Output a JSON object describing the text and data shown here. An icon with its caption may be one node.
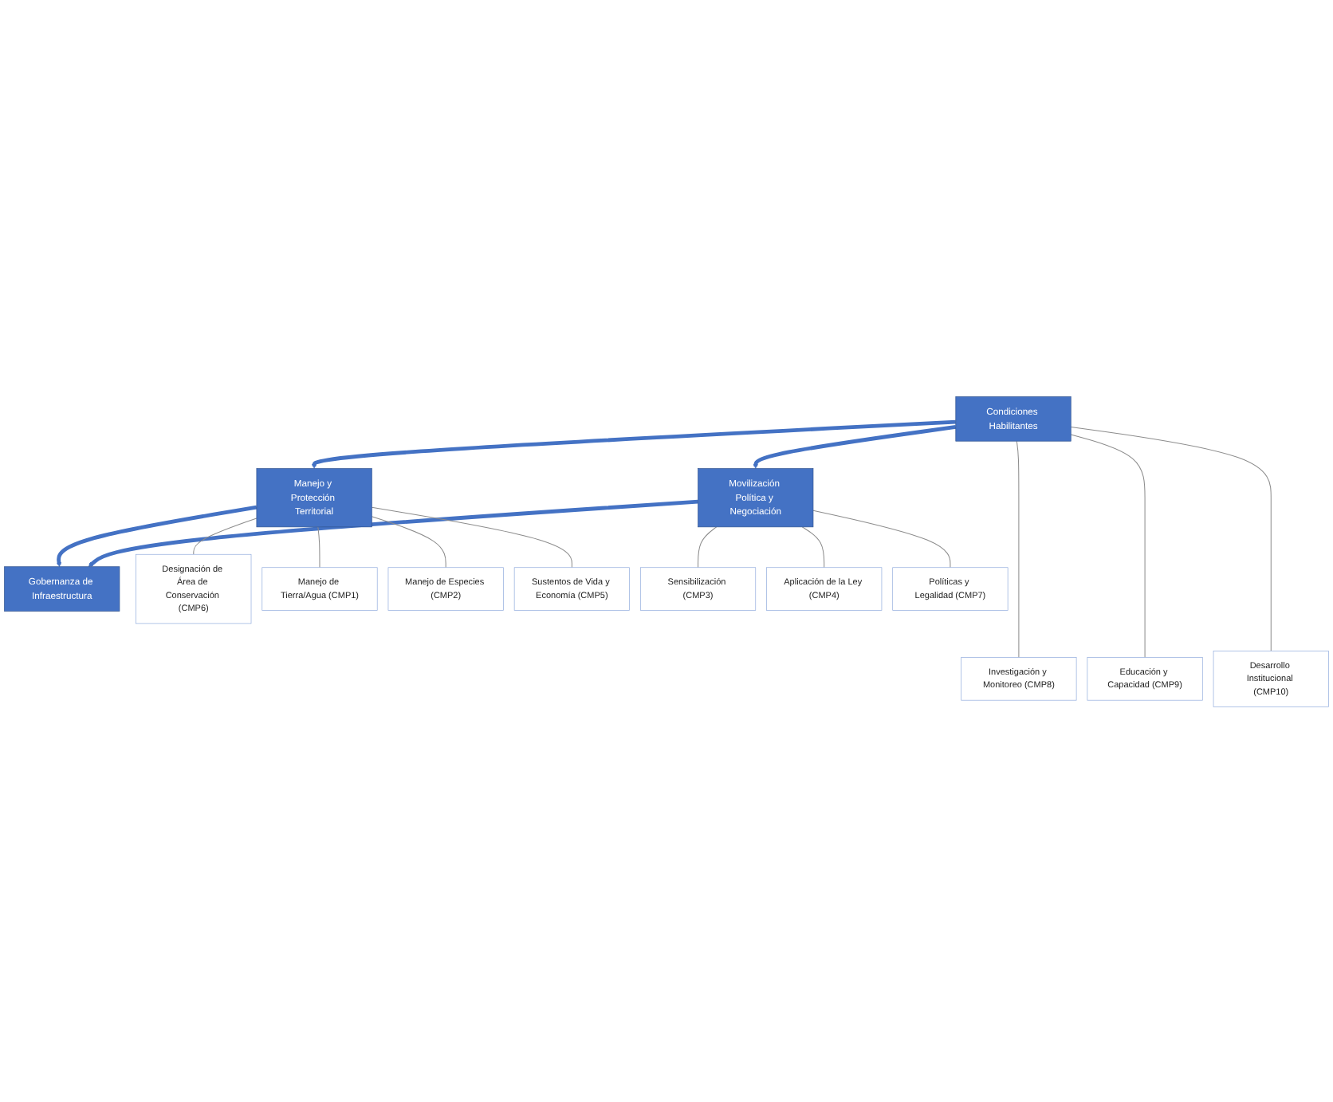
{
  "diagram": {
    "nodes": [
      {
        "text": [
          "Gobernanza de Infraestructura"
        ]
      },
      {
        "text": [
          "Manejo y Protección Territorial"
        ]
      },
      {
        "text": [
          "Movilización Política y Negociación"
        ]
      },
      {
        "text": [
          "Condiciones Habilitantes"
        ]
      },
      {
        "text": [
          "Designación de Área de Conservación (CMP6)"
        ]
      },
      {
        "text": [
          "Manejo de Tierra/Agua (CMP1)"
        ]
      },
      {
        "text": [
          "Manejo de Especies (CMP2)"
        ]
      },
      {
        "text": [
          "Sustentos de Vida y Economía (CMP5)"
        ]
      },
      {
        "text": [
          "Investigación y Monitoreo (CMP8)"
        ]
      },
      {
        "text": [
          "Educación y Capacidad (CMP9)"
        ]
      },
      {
        "text": [
          "Desarrollo Institucional (CMP10)"
        ]
      },
      {
        "text": [
          "Sensibilización (CMP3)"
        ]
      },
      {
        "text": [
          "Aplicación de la Ley (CMP4)"
        ]
      },
      {
        "text": [
          "Políticas y Legalidad (CMP7)"
        ]
      }
    ],
    "edges": [
      {
        "from": 1,
        "to": 0,
        "arrow": "to",
        "style": "thick",
        "color": "#4472c4"
      },
      {
        "from": 2,
        "to": 0,
        "arrow": "to",
        "style": "thick",
        "color": "#4472c4"
      },
      {
        "from": 3,
        "to": 1,
        "arrow": "to",
        "style": "thick",
        "color": "#4472c4"
      },
      {
        "from": 3,
        "to": 2,
        "arrow": "to",
        "style": "thick",
        "color": "#4472c4"
      },
      {
        "from": 1,
        "to": 4,
        "arrow": "none"
      },
      {
        "from": 1,
        "to": 5,
        "arrow": "none"
      },
      {
        "from": 1,
        "to": 6,
        "arrow": "none"
      },
      {
        "from": 1,
        "to": 7,
        "arrow": "none"
      },
      {
        "from": 3,
        "to": 8,
        "arrow": "none"
      },
      {
        "from": 3,
        "to": 9,
        "arrow": "none"
      },
      {
        "from": 3,
        "to": 10,
        "arrow": "none"
      },
      {
        "from": 2,
        "to": 11,
        "arrow": "none"
      },
      {
        "from": 2,
        "to": 12,
        "arrow": "none"
      },
      {
        "from": 2,
        "to": 13,
        "arrow": "none"
      }
    ]
  }
}
